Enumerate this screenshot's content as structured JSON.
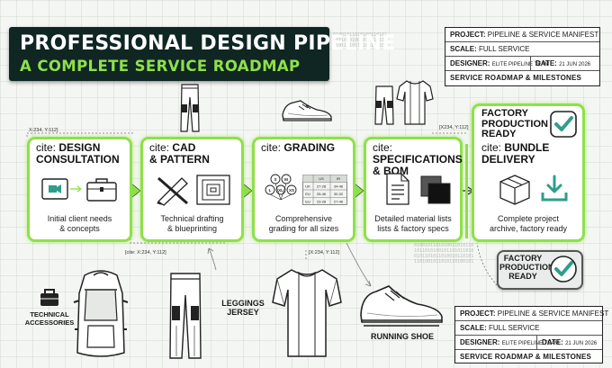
{
  "banner": {
    "title": "PROFESSIONAL DESIGN PIPELINE",
    "subtitle": "A COMPLETE SERVICE ROADMAP"
  },
  "manifest": {
    "project_label": "PROJECT:",
    "project_value": "PIPELINE & SERVICE MANIFEST",
    "scale_label": "SCALE:",
    "scale_value": "FULL SERVICE",
    "designer_label": "DESIGNER:",
    "designer_value": "ELITE PIPELINE TEAM",
    "date_label": "DATE:",
    "date_value": "21 JUN 2026",
    "footer": "SERVICE ROADMAP & MILESTONES"
  },
  "steps": [
    {
      "prefix": "cite:",
      "line1": "DESIGN",
      "line2": "CONSULTATION",
      "desc1": "Initial client needs",
      "desc2": "& concepts"
    },
    {
      "prefix": "cite:",
      "line1": "CAD",
      "line2": "& PATTERN",
      "desc1": "Technical drafting",
      "desc2": "& blueprinting"
    },
    {
      "prefix": "cite:",
      "line1": "GRADING",
      "line2": "",
      "desc1": "Comprehensive",
      "desc2": "grading for all sizes"
    },
    {
      "prefix": "cite:",
      "line1": "SPECIFICATIONS",
      "line2": "& BOM",
      "desc1": "Detailed material lists",
      "desc2": "lists & factory specs"
    },
    {
      "prefix": "cite:",
      "line1": "BUNDLE",
      "line2": "DELIVERY",
      "desc1": "Complete project",
      "desc2": "archive, factory ready"
    }
  ],
  "factory_ready": {
    "line1": "FACTORY",
    "line2": "PRODUCTION",
    "line3": "READY"
  },
  "grading_table": {
    "headers": [
      "",
      "US",
      "IR"
    ],
    "rows": [
      [
        "UK",
        "27-28",
        "34-46"
      ],
      [
        "EU",
        "25-46",
        "30-32"
      ],
      [
        "EU",
        "23-28",
        "27-46"
      ]
    ]
  },
  "size_bubbles": [
    "S",
    "M",
    "L",
    "XL",
    "XS"
  ],
  "coords": {
    "c1": "X:234, Y:112]",
    "c2": "[X234, Y:112]",
    "c3": "[cite: X:234, Y:112]",
    "c4": "[X:234, Y:112]"
  },
  "labels": {
    "accessories_1": "TECHNICAL",
    "accessories_2": "ACCESSORIES",
    "leggings": "LEGGINGS",
    "jersey": "JERSEY",
    "shoe": "RUNNING SHOE"
  },
  "colors": {
    "accent": "#8fe04a",
    "banner": "#0f2622",
    "check": "#2e9e8a"
  }
}
